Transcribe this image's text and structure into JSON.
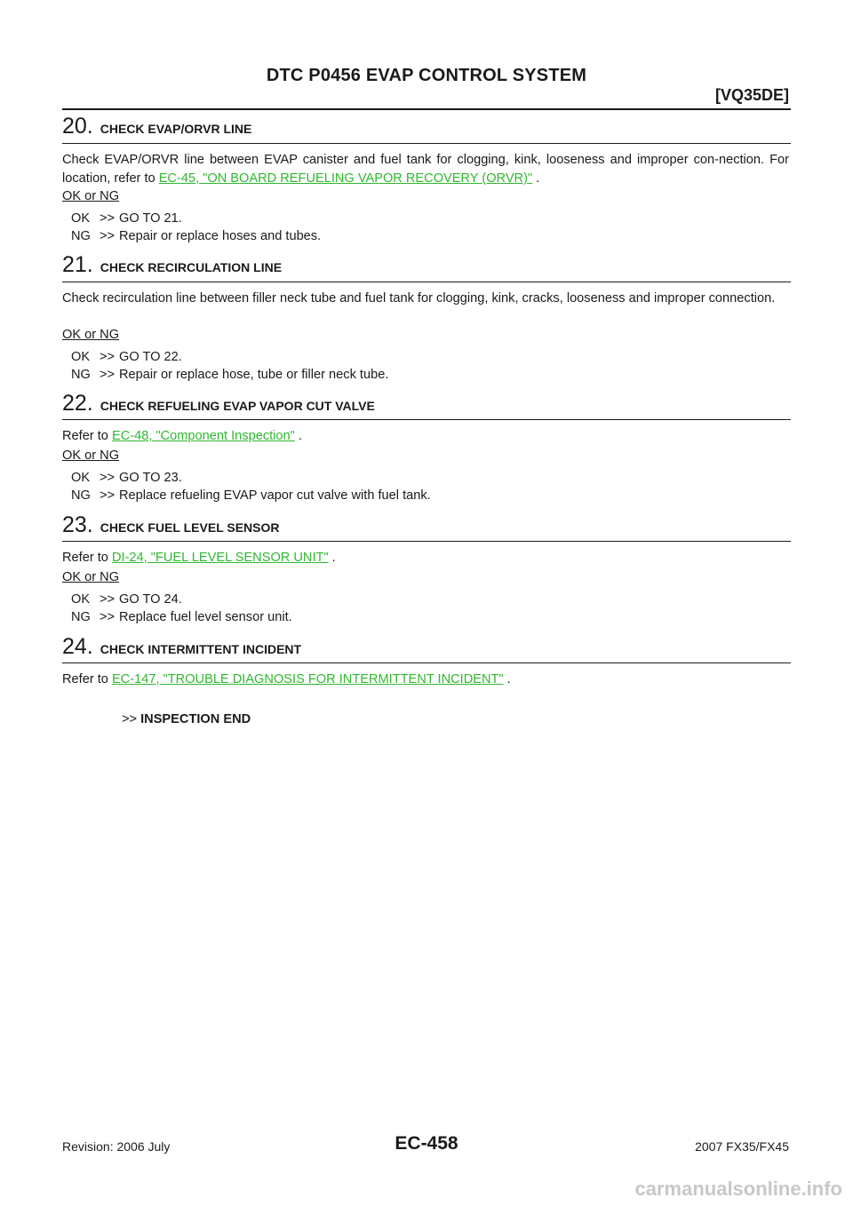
{
  "header": {
    "title": "DTC P0456 EVAP CONTROL SYSTEM",
    "engine": "[VQ35DE]"
  },
  "steps": [
    {
      "num": "20.",
      "title": "CHECK EVAP/ORVR LINE",
      "text_before": "Check EVAP/ORVR line between EVAP canister and fuel tank for clogging, kink, looseness and improper con-nection. For location, refer to ",
      "link": "EC-45, \"ON BOARD REFUELING VAPOR RECOVERY (ORVR)\"",
      "text_after": " .",
      "ok_label": "OK or NG",
      "ok": {
        "code": "OK",
        "arrow": ">>",
        "text": "GO TO 21."
      },
      "ng": {
        "code": "NG",
        "arrow": ">>",
        "text": "Repair or replace hoses and tubes."
      }
    },
    {
      "num": "21.",
      "title": "CHECK RECIRCULATION LINE",
      "text_before": "Check recirculation line between filler neck tube and fuel tank for clogging, kink, cracks, looseness and improper connection.",
      "ok_label": "OK or NG",
      "ok": {
        "code": "OK",
        "arrow": ">>",
        "text": "GO TO 22."
      },
      "ng": {
        "code": "NG",
        "arrow": ">>",
        "text": "Repair or replace hose, tube or filler neck tube."
      }
    },
    {
      "num": "22.",
      "title": "CHECK REFUELING EVAP VAPOR CUT VALVE",
      "text_before": "Refer to ",
      "link": "EC-48, \"Component Inspection\"",
      "text_after": " .",
      "ok_label": "OK or NG",
      "ok": {
        "code": "OK",
        "arrow": ">>",
        "text": "GO TO 23."
      },
      "ng": {
        "code": "NG",
        "arrow": ">>",
        "text": "Replace refueling EVAP vapor cut valve with fuel tank."
      }
    },
    {
      "num": "23.",
      "title": "CHECK FUEL LEVEL SENSOR",
      "text_before": "Refer to ",
      "link": "DI-24, \"FUEL LEVEL SENSOR UNIT\"",
      "text_after": " .",
      "ok_label": "OK or NG",
      "ok": {
        "code": "OK",
        "arrow": ">>",
        "text": "GO TO 24."
      },
      "ng": {
        "code": "NG",
        "arrow": ">>",
        "text": "Replace fuel level sensor unit."
      }
    },
    {
      "num": "24.",
      "title": "CHECK INTERMITTENT INCIDENT",
      "text_before": "Refer to ",
      "link": "EC-147, \"TROUBLE DIAGNOSIS FOR INTERMITTENT INCIDENT\"",
      "text_after": " .",
      "end_arrow": ">>",
      "end_text": "INSPECTION END"
    }
  ],
  "footer": {
    "page": "EC-458",
    "revision": "Revision: 2006 July",
    "model": "2007 FX35/FX45",
    "watermark": "carmanualsonline.info"
  }
}
